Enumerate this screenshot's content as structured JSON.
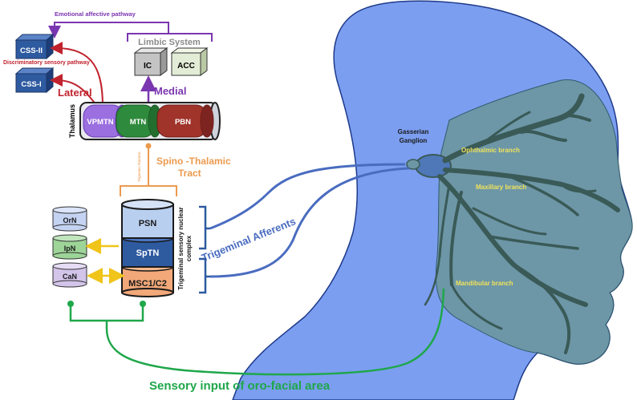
{
  "top_labels": {
    "emotional_pathway": "Emotional affective pathway",
    "discriminatory_pathway": "Discriminatory sensory pathway",
    "lateral": "Lateral",
    "medial": "Medial"
  },
  "cortex_boxes": {
    "css2": "CSS-II",
    "css1": "CSS-I"
  },
  "limbic": {
    "title": "Limbic System",
    "ic": "IC",
    "acc": "ACC"
  },
  "thalamus": {
    "label": "Thalamus",
    "vpm": "VPMTN",
    "mtn": "MTN",
    "pbn": "PBN"
  },
  "tract": {
    "line1": "Spino -Thalamic",
    "line2": "Tract",
    "small_text": "Trigemino thalamic"
  },
  "nuclear": {
    "psn": "PSN",
    "sptn": "SpTN",
    "msc": "MSC1/C2",
    "complex_line1": "Trigeminal sensory nuclear",
    "complex_line2": "complex"
  },
  "side_nuclei": {
    "orn": "OrN",
    "ipn": "IpN",
    "can": "CaN"
  },
  "afferents": "Trigeminal Afferents",
  "ganglion": {
    "line1": "Gasserian",
    "line2": "Ganglion"
  },
  "branches": {
    "ophthalmic": "Ophthalmic branch",
    "maxillary": "Maxillary branch",
    "mandibular": "Mandibular branch"
  },
  "sensory_input": "Sensory input of oro-facial area",
  "colors": {
    "head": "#7b9ef0",
    "face": "#6d97a4",
    "nerve": "#3a5a57",
    "box_blue": "#2e5aa0",
    "purple": "#7a36b0",
    "red": "#c0232e",
    "orange": "#ec9a4e",
    "green": "#1fa74a",
    "yellow": "#f0c419",
    "afferent_blue": "#4a6cc0",
    "branch_text": "#f0e25a"
  }
}
